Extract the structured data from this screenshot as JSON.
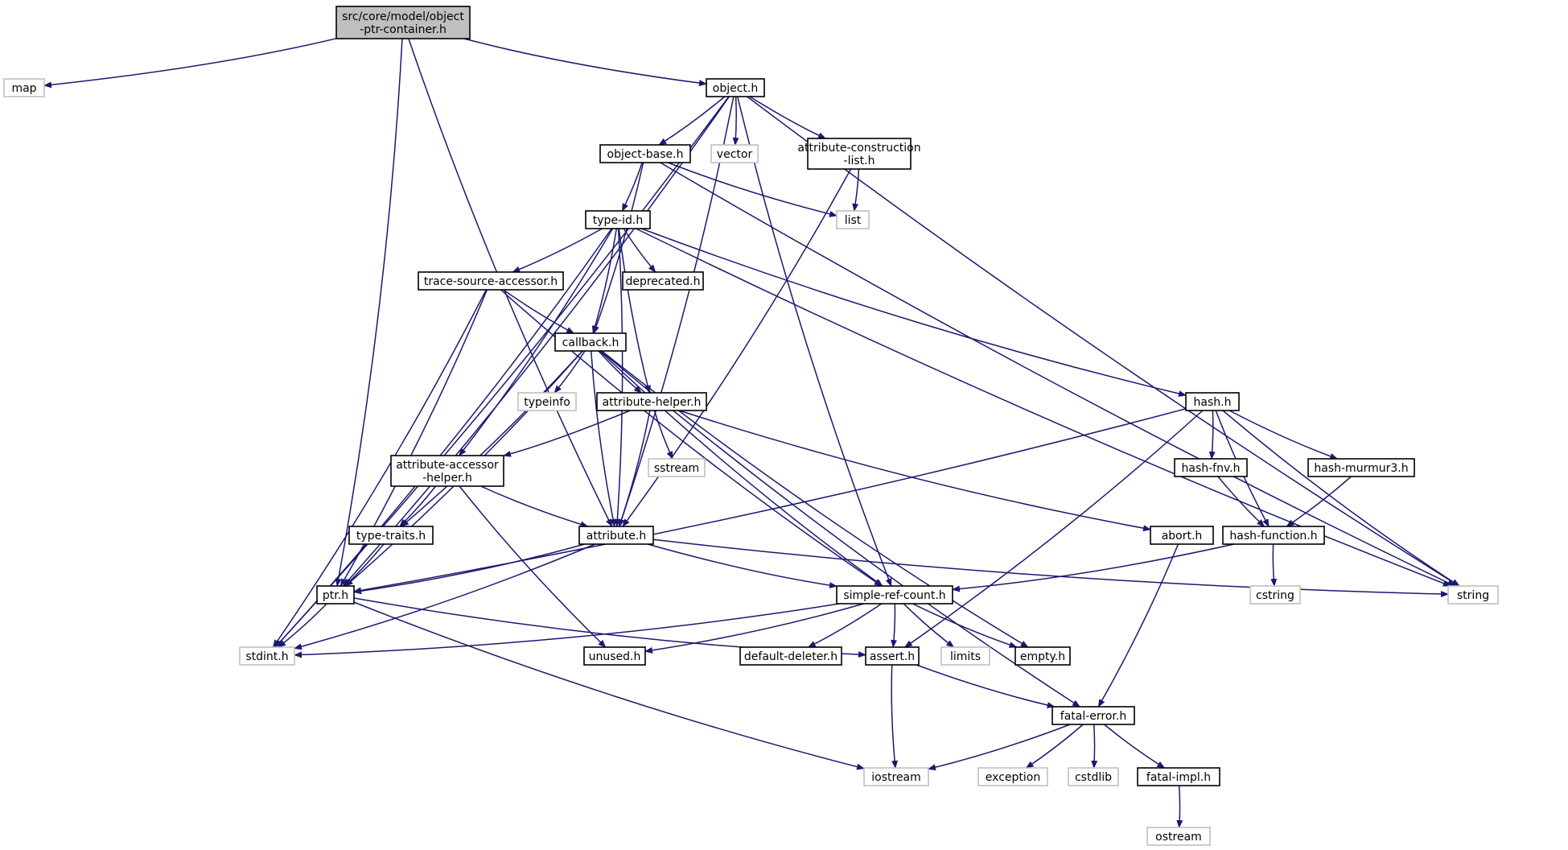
{
  "colors": {
    "edge": "#191970",
    "main_fill": "#bfbfbf",
    "local_border": "#000000",
    "std_border": "#bfbfbf",
    "std_text": "#000000"
  },
  "nodes": [
    {
      "id": "root",
      "kind": "main",
      "lines": [
        "src/core/model/object",
        "-ptr-container.h"
      ]
    },
    {
      "id": "map",
      "kind": "std",
      "lines": [
        "map"
      ]
    },
    {
      "id": "object",
      "kind": "local",
      "lines": [
        "object.h"
      ]
    },
    {
      "id": "objectbase",
      "kind": "local",
      "lines": [
        "object-base.h"
      ]
    },
    {
      "id": "vector",
      "kind": "std",
      "lines": [
        "vector"
      ]
    },
    {
      "id": "attrconst",
      "kind": "local",
      "lines": [
        "attribute-construction",
        "-list.h"
      ]
    },
    {
      "id": "list",
      "kind": "std",
      "lines": [
        "list"
      ]
    },
    {
      "id": "typeid",
      "kind": "local",
      "lines": [
        "type-id.h"
      ]
    },
    {
      "id": "tsa",
      "kind": "local",
      "lines": [
        "trace-source-accessor.h"
      ]
    },
    {
      "id": "deprecated",
      "kind": "local",
      "lines": [
        "deprecated.h"
      ]
    },
    {
      "id": "callback",
      "kind": "local",
      "lines": [
        "callback.h"
      ]
    },
    {
      "id": "typeinfo",
      "kind": "std",
      "lines": [
        "typeinfo"
      ]
    },
    {
      "id": "attrhelper",
      "kind": "local",
      "lines": [
        "attribute-helper.h"
      ]
    },
    {
      "id": "sstream",
      "kind": "std",
      "lines": [
        "sstream"
      ]
    },
    {
      "id": "aah",
      "kind": "local",
      "lines": [
        "attribute-accessor",
        "-helper.h"
      ]
    },
    {
      "id": "typetraits",
      "kind": "local",
      "lines": [
        "type-traits.h"
      ]
    },
    {
      "id": "attribute",
      "kind": "local",
      "lines": [
        "attribute.h"
      ]
    },
    {
      "id": "ptr",
      "kind": "local",
      "lines": [
        "ptr.h"
      ]
    },
    {
      "id": "stdint",
      "kind": "std",
      "lines": [
        "stdint.h"
      ]
    },
    {
      "id": "src",
      "kind": "local",
      "lines": [
        "simple-ref-count.h"
      ]
    },
    {
      "id": "unused",
      "kind": "local",
      "lines": [
        "unused.h"
      ]
    },
    {
      "id": "defdel",
      "kind": "local",
      "lines": [
        "default-deleter.h"
      ]
    },
    {
      "id": "assert",
      "kind": "local",
      "lines": [
        "assert.h"
      ]
    },
    {
      "id": "limits",
      "kind": "std",
      "lines": [
        "limits"
      ]
    },
    {
      "id": "empty",
      "kind": "local",
      "lines": [
        "empty.h"
      ]
    },
    {
      "id": "hash",
      "kind": "local",
      "lines": [
        "hash.h"
      ]
    },
    {
      "id": "hashfnv",
      "kind": "local",
      "lines": [
        "hash-fnv.h"
      ]
    },
    {
      "id": "murmur",
      "kind": "local",
      "lines": [
        "hash-murmur3.h"
      ]
    },
    {
      "id": "abort",
      "kind": "local",
      "lines": [
        "abort.h"
      ]
    },
    {
      "id": "hashfunc",
      "kind": "local",
      "lines": [
        "hash-function.h"
      ]
    },
    {
      "id": "cstring",
      "kind": "std",
      "lines": [
        "cstring"
      ]
    },
    {
      "id": "string",
      "kind": "std",
      "lines": [
        "string"
      ]
    },
    {
      "id": "fatalerror",
      "kind": "local",
      "lines": [
        "fatal-error.h"
      ]
    },
    {
      "id": "iostream",
      "kind": "std",
      "lines": [
        "iostream"
      ]
    },
    {
      "id": "exception",
      "kind": "std",
      "lines": [
        "exception"
      ]
    },
    {
      "id": "cstdlib",
      "kind": "std",
      "lines": [
        "cstdlib"
      ]
    },
    {
      "id": "fatalimpl",
      "kind": "local",
      "lines": [
        "fatal-impl.h"
      ]
    },
    {
      "id": "ostream",
      "kind": "std",
      "lines": [
        "ostream"
      ]
    }
  ],
  "edges": [
    [
      "root",
      "map"
    ],
    [
      "root",
      "object"
    ],
    [
      "root",
      "ptr"
    ],
    [
      "root",
      "attribute"
    ],
    [
      "object",
      "objectbase"
    ],
    [
      "object",
      "vector"
    ],
    [
      "object",
      "attrconst"
    ],
    [
      "object",
      "ptr"
    ],
    [
      "object",
      "stdint"
    ],
    [
      "object",
      "attribute"
    ],
    [
      "object",
      "src"
    ],
    [
      "object",
      "string"
    ],
    [
      "objectbase",
      "typeid"
    ],
    [
      "objectbase",
      "list"
    ],
    [
      "objectbase",
      "callback"
    ],
    [
      "objectbase",
      "string"
    ],
    [
      "attrconst",
      "list"
    ],
    [
      "attrconst",
      "attribute"
    ],
    [
      "typeid",
      "tsa"
    ],
    [
      "typeid",
      "deprecated"
    ],
    [
      "typeid",
      "callback"
    ],
    [
      "typeid",
      "attrhelper"
    ],
    [
      "typeid",
      "aah"
    ],
    [
      "typeid",
      "attribute"
    ],
    [
      "typeid",
      "hash"
    ],
    [
      "typeid",
      "stdint"
    ],
    [
      "typeid",
      "string"
    ],
    [
      "tsa",
      "callback"
    ],
    [
      "tsa",
      "ptr"
    ],
    [
      "tsa",
      "stdint"
    ],
    [
      "tsa",
      "src"
    ],
    [
      "callback",
      "typeinfo"
    ],
    [
      "callback",
      "attrhelper"
    ],
    [
      "callback",
      "typetraits"
    ],
    [
      "callback",
      "attribute"
    ],
    [
      "callback",
      "ptr"
    ],
    [
      "callback",
      "src"
    ],
    [
      "callback",
      "empty"
    ],
    [
      "callback",
      "fatalerror"
    ],
    [
      "attrhelper",
      "aah"
    ],
    [
      "attrhelper",
      "sstream"
    ],
    [
      "attrhelper",
      "attribute"
    ],
    [
      "attrhelper",
      "abort"
    ],
    [
      "aah",
      "typetraits"
    ],
    [
      "aah",
      "attribute"
    ],
    [
      "aah",
      "unused"
    ],
    [
      "typetraits",
      "ptr"
    ],
    [
      "attribute",
      "ptr"
    ],
    [
      "attribute",
      "src"
    ],
    [
      "attribute",
      "stdint"
    ],
    [
      "attribute",
      "string"
    ],
    [
      "ptr",
      "stdint"
    ],
    [
      "ptr",
      "assert"
    ],
    [
      "ptr",
      "iostream"
    ],
    [
      "src",
      "stdint"
    ],
    [
      "src",
      "unused"
    ],
    [
      "src",
      "defdel"
    ],
    [
      "src",
      "assert"
    ],
    [
      "src",
      "limits"
    ],
    [
      "src",
      "empty"
    ],
    [
      "assert",
      "fatalerror"
    ],
    [
      "assert",
      "iostream"
    ],
    [
      "hash",
      "hashfnv"
    ],
    [
      "hash",
      "murmur"
    ],
    [
      "hash",
      "hashfunc"
    ],
    [
      "hash",
      "string"
    ],
    [
      "hash",
      "assert"
    ],
    [
      "hash",
      "ptr"
    ],
    [
      "hashfnv",
      "hashfunc"
    ],
    [
      "murmur",
      "hashfunc"
    ],
    [
      "hashfunc",
      "cstring"
    ],
    [
      "hashfunc",
      "src"
    ],
    [
      "abort",
      "fatalerror"
    ],
    [
      "fatalerror",
      "iostream"
    ],
    [
      "fatalerror",
      "exception"
    ],
    [
      "fatalerror",
      "cstdlib"
    ],
    [
      "fatalerror",
      "fatalimpl"
    ],
    [
      "fatalimpl",
      "ostream"
    ]
  ]
}
